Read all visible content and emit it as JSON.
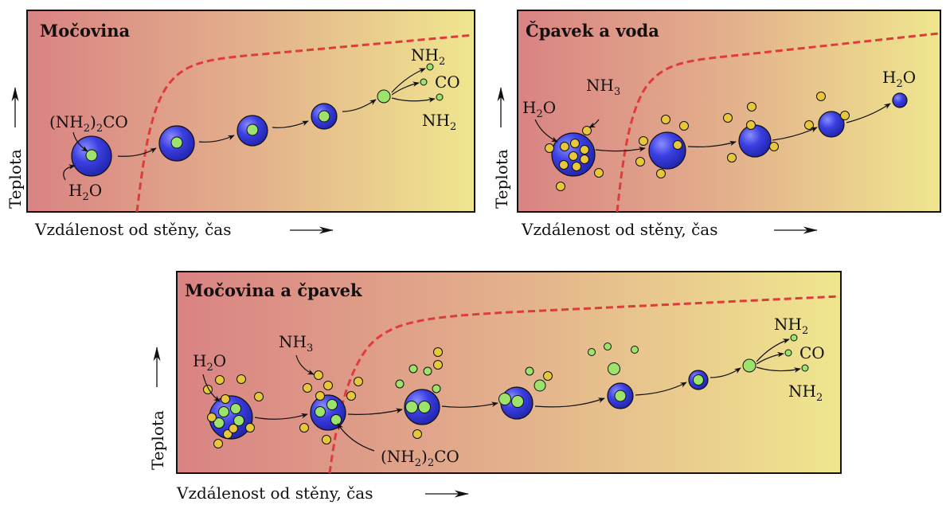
{
  "panels": [
    {
      "title": "Močovina",
      "xlabel": "Vzdálenost od stěny, čas",
      "ylabel": "Teplota",
      "labels": {
        "urea": {
          "pre": "(NH",
          "sub": "2",
          "post": ")",
          "sub2": "2",
          "post2": "CO"
        },
        "water": {
          "pre": "H",
          "sub": "2",
          "post": "O"
        },
        "nh2_top": {
          "pre": "NH",
          "sub": "2"
        },
        "co": "CO",
        "nh2_bottom": {
          "pre": "NH",
          "sub": "2"
        }
      }
    },
    {
      "title": "Čpavek a voda",
      "xlabel": "Vzdálenost od stěny, čas",
      "ylabel": "Teplota",
      "labels": {
        "water_left": {
          "pre": "H",
          "sub": "2",
          "post": "O"
        },
        "ammonia": {
          "pre": "NH",
          "sub": "3"
        },
        "water_right": {
          "pre": "H",
          "sub": "2",
          "post": "O"
        }
      }
    },
    {
      "title": "Močovina a čpavek",
      "xlabel": "Vzdálenost od stěny, čas",
      "ylabel": "Teplota",
      "labels": {
        "water": {
          "pre": "H",
          "sub": "2",
          "post": "O"
        },
        "ammonia": {
          "pre": "NH",
          "sub": "3"
        },
        "urea": {
          "pre": "(NH",
          "sub": "2",
          "post": ")",
          "sub2": "2",
          "post2": "CO"
        },
        "nh2_top": {
          "pre": "NH",
          "sub": "2"
        },
        "co": "CO",
        "nh2_bottom": {
          "pre": "NH",
          "sub": "2"
        }
      }
    }
  ],
  "colors": {
    "gradient_start": "#d98383",
    "gradient_mid": "#e3b08c",
    "gradient_end": "#efe68e",
    "droplet": "#3b3fe0",
    "urea": "#9be36a",
    "ammonia": "#e8c83a",
    "curve": "#e03a3a"
  }
}
